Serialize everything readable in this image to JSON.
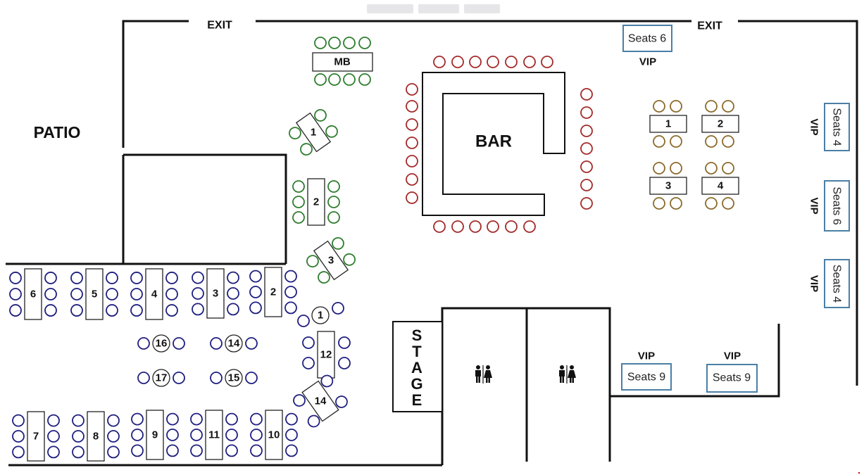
{
  "labels": {
    "patio": "PATIO",
    "bar": "BAR",
    "exit_left": "EXIT",
    "exit_right": "EXIT",
    "mini_bar": "MB",
    "stage": "STAGE"
  },
  "vip": {
    "title": "VIP",
    "top": "Seats 6",
    "right_1": "Seats 4",
    "right_2": "Seats 6",
    "right_3": "Seats 4",
    "bottom_1": "Seats 9",
    "bottom_2": "Seats 9"
  },
  "tables": {
    "dining": [
      "1",
      "2",
      "3",
      "4",
      "5",
      "6",
      "7",
      "8",
      "9",
      "10",
      "11",
      "12",
      "14",
      "15",
      "16",
      "17"
    ],
    "bar_side": [
      "1",
      "2",
      "3"
    ],
    "vip_area": [
      "1",
      "2",
      "3",
      "4"
    ]
  },
  "colors": {
    "dining_seat": "#1f1f80",
    "bar_side_seat": "#2e7d2e",
    "bar_seat": "#a52a2a",
    "vip_area_seat": "#8b6b2a",
    "vip_border": "#4a7fa6"
  },
  "icons": {
    "restroom": "restroom-icon"
  }
}
